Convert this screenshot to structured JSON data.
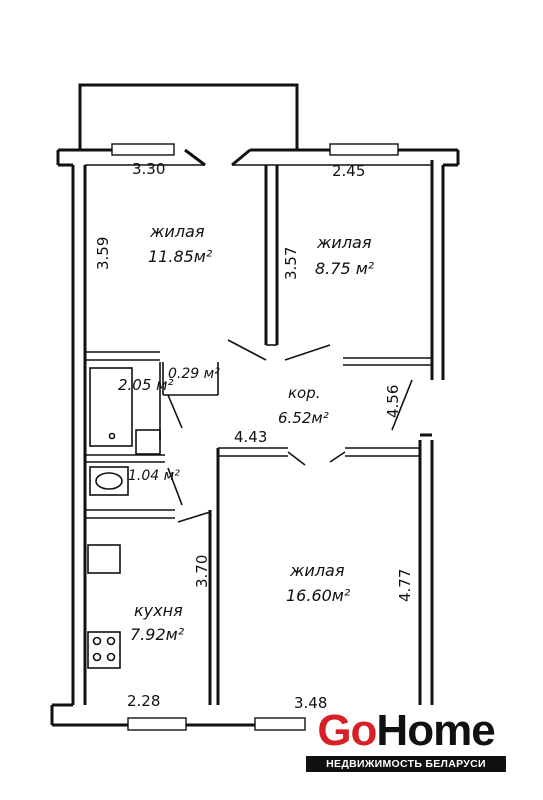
{
  "rooms": [
    {
      "id": "living1",
      "name": "жилая",
      "area": "11.85м²"
    },
    {
      "id": "living2",
      "name": "жилая",
      "area": "8.75 м²"
    },
    {
      "id": "bath",
      "name": "",
      "area": "2.05 м²"
    },
    {
      "id": "wc",
      "name": "",
      "area": "0.29 м²"
    },
    {
      "id": "corridor",
      "name": "кор.",
      "area": "6.52м²"
    },
    {
      "id": "washroom",
      "name": "",
      "area": "1.04 м²"
    },
    {
      "id": "living3",
      "name": "жилая",
      "area": "16.60м²"
    },
    {
      "id": "kitchen",
      "name": "кухня",
      "area": "7.92м²"
    }
  ],
  "dimensions": {
    "d330": "3.30",
    "d245": "2.45",
    "d359": "3.59",
    "d357": "3.57",
    "d456": "4.56",
    "d443": "4.43",
    "d370": "3.70",
    "d477": "4.77",
    "d228": "2.28",
    "d348": "3.48"
  },
  "logo": {
    "go": "Go",
    "home": "Home",
    "tagline": "НЕДВИЖИМОСТЬ БЕЛАРУСИ",
    "colors": {
      "go": "#d81f26",
      "home": "#111111"
    }
  }
}
